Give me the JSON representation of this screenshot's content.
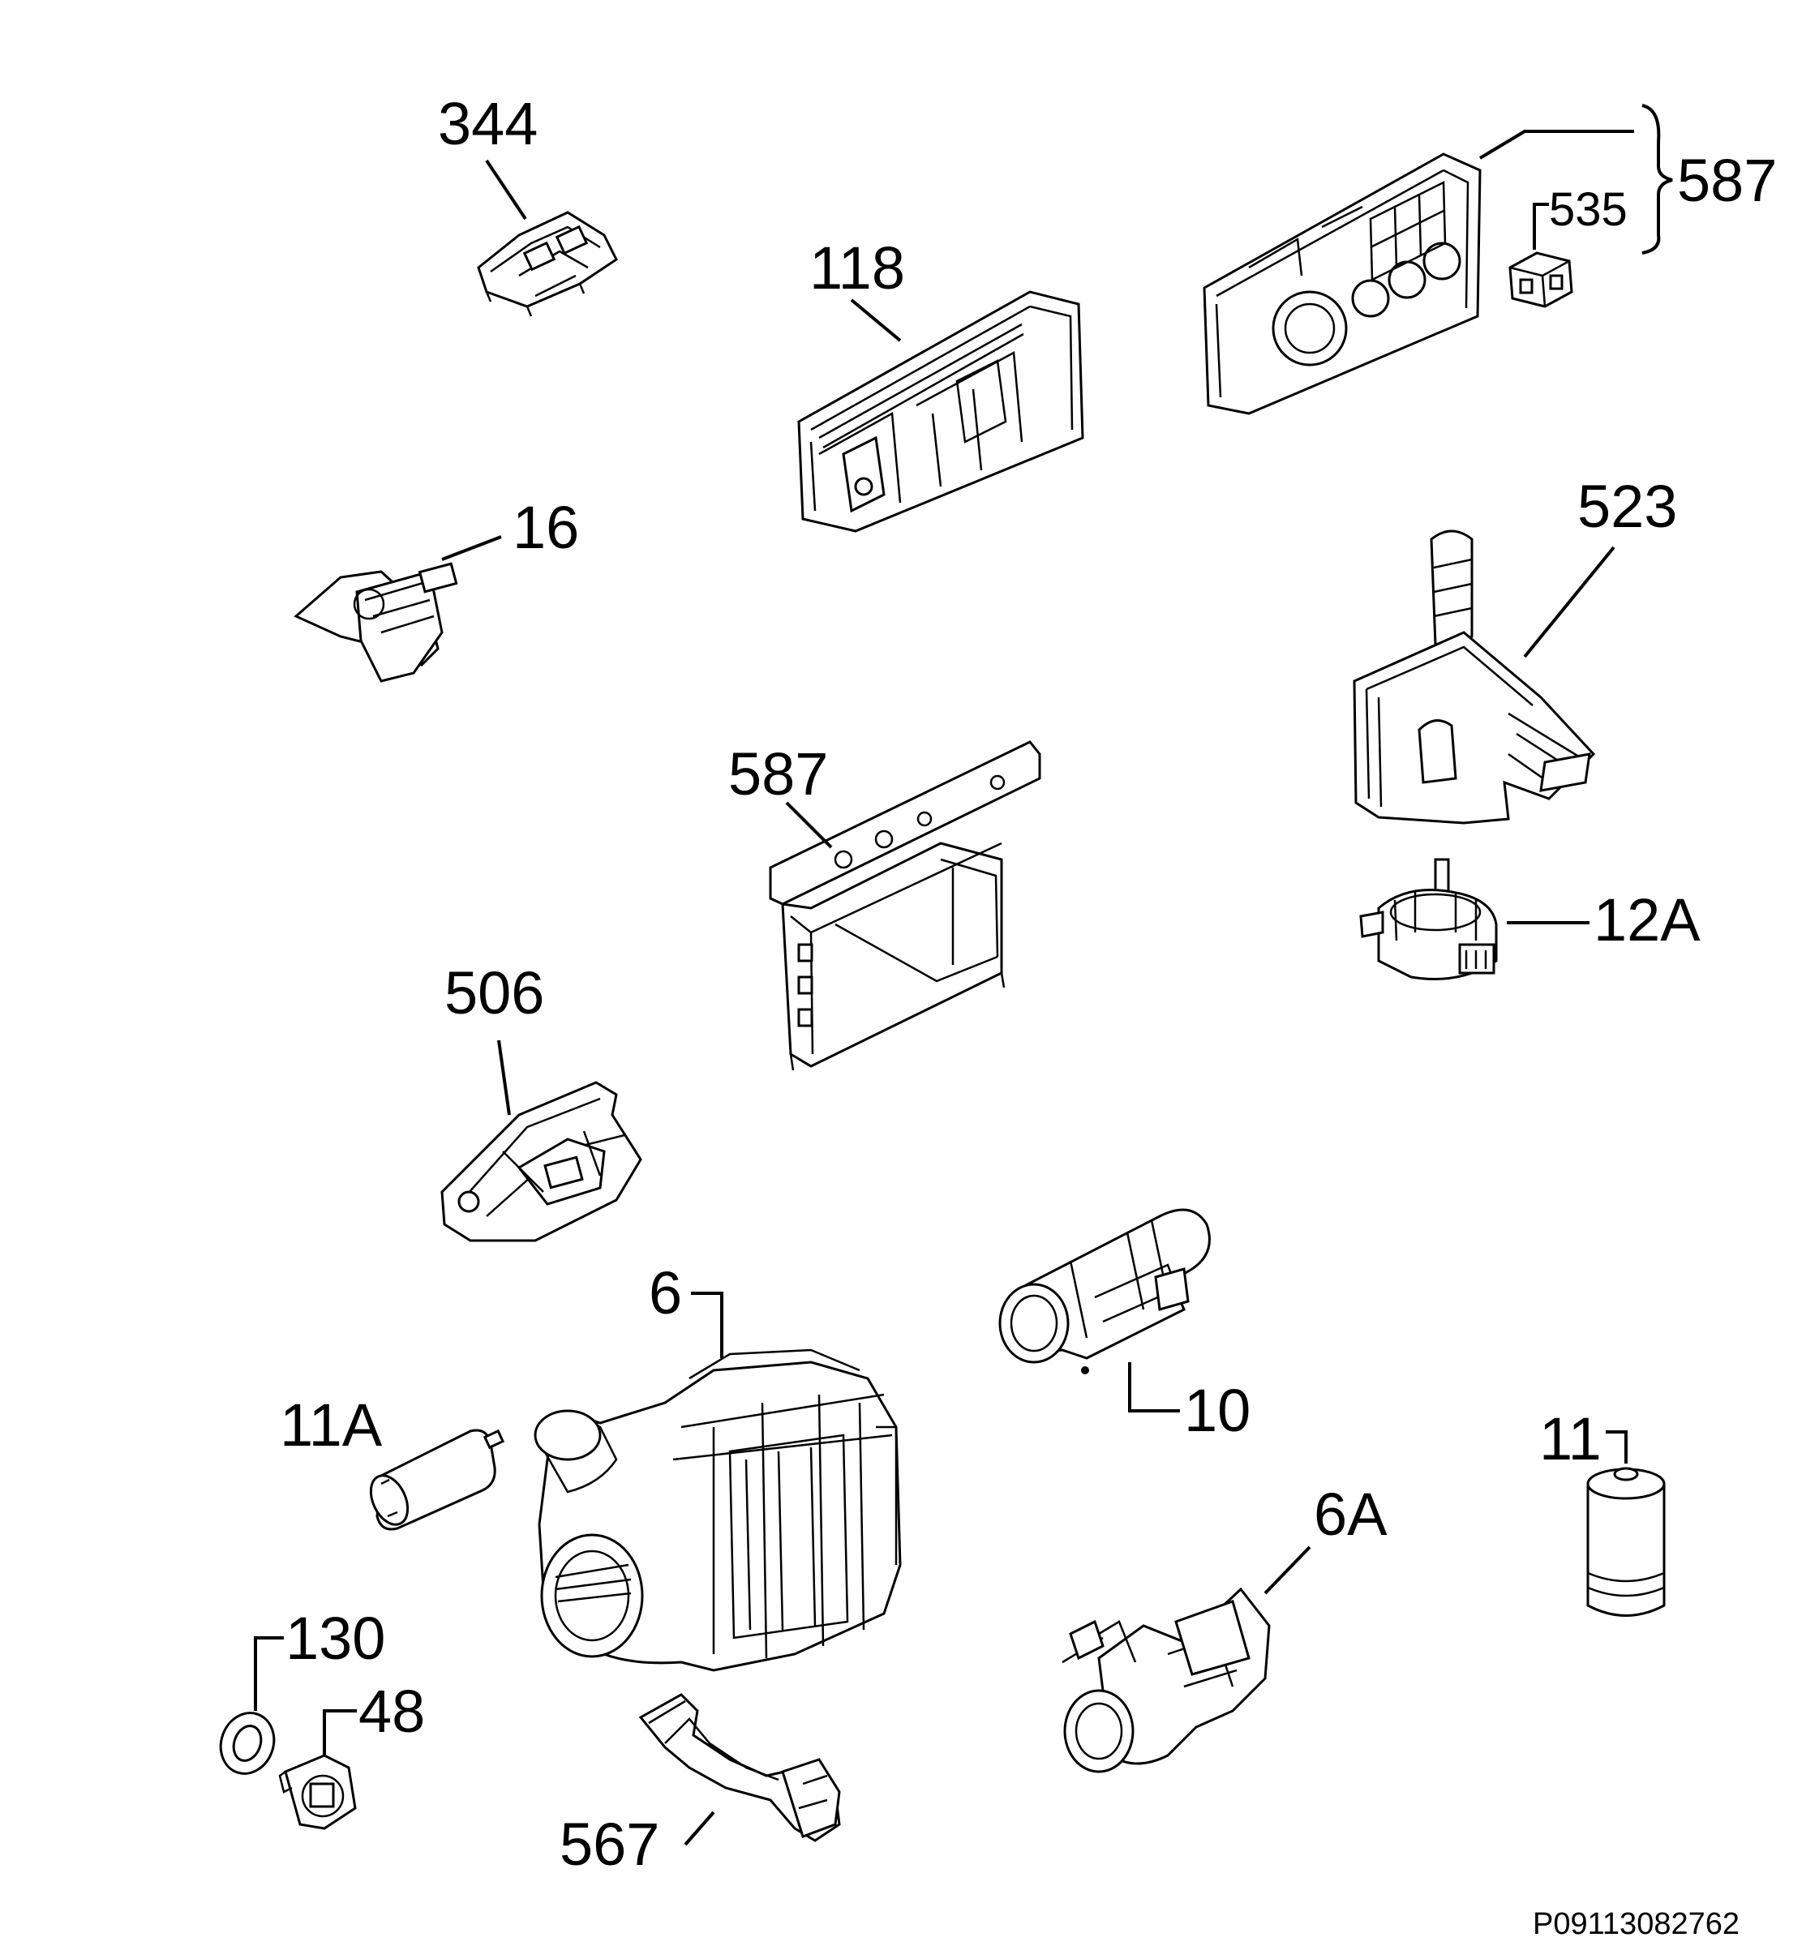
{
  "labels": {
    "p344": "344",
    "p118": "118",
    "p587a": "587",
    "p535": "535",
    "p16": "16",
    "p523": "523",
    "p587b": "587",
    "p12A": "12A",
    "p506": "506",
    "p6": "6",
    "p10": "10",
    "p11A": "11A",
    "p11": "11",
    "p6A": "6A",
    "p130": "130",
    "p48": "48",
    "p567": "567"
  },
  "drawing_code": "P09113082762"
}
